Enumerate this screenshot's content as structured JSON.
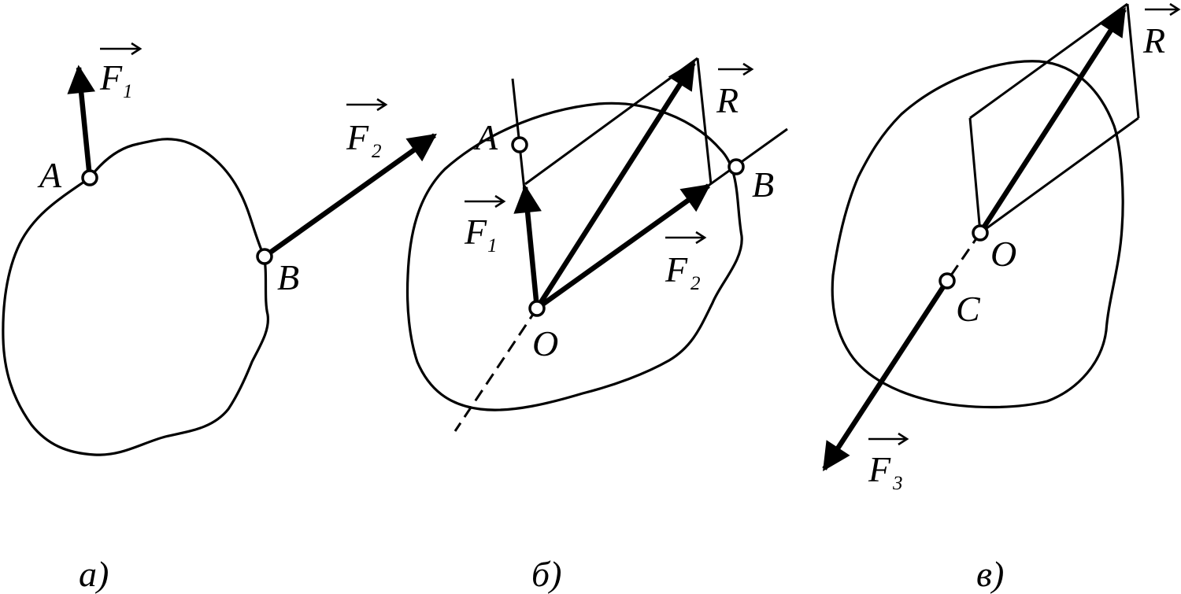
{
  "panels": [
    {
      "caption": "а)",
      "points": [
        "A",
        "B"
      ],
      "forces": [
        {
          "symbol": "F",
          "index": "1"
        },
        {
          "symbol": "F",
          "index": "2"
        }
      ]
    },
    {
      "caption": "б)",
      "points": [
        "A",
        "B",
        "O"
      ],
      "forces": [
        {
          "symbol": "F",
          "index": "1"
        },
        {
          "symbol": "F",
          "index": "2"
        }
      ],
      "resultant": "R"
    },
    {
      "caption": "в)",
      "points": [
        "O",
        "C"
      ],
      "forces": [
        {
          "symbol": "F",
          "index": "3"
        }
      ],
      "resultant": "R"
    }
  ]
}
